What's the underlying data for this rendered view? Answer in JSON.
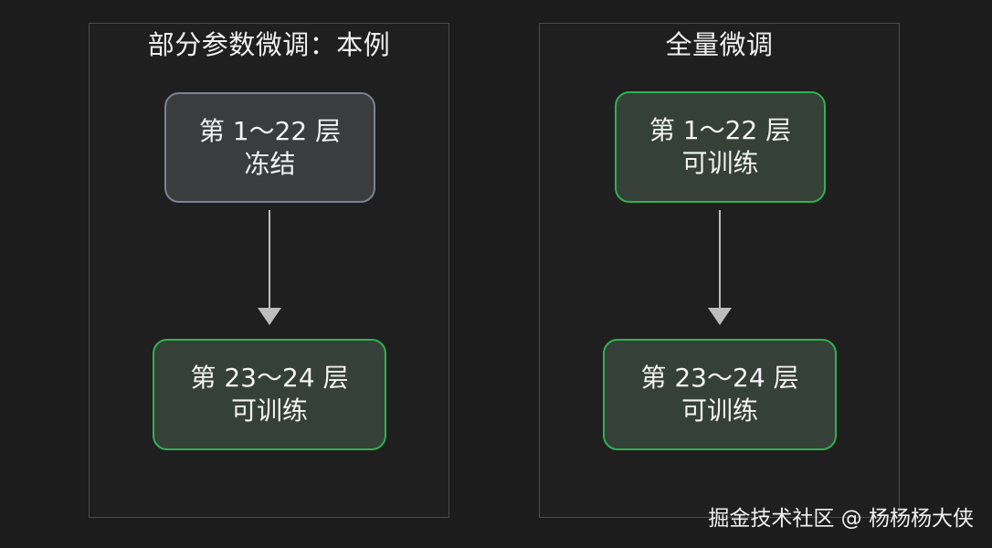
{
  "left_panel": {
    "title": "部分参数微调：本例",
    "top_node": {
      "line1": "第 1～22 层",
      "line2": "冻结"
    },
    "bottom_node": {
      "line1": "第 23～24 层",
      "line2": "可训练"
    }
  },
  "right_panel": {
    "title": "全量微调",
    "top_node": {
      "line1": "第 1～22 层",
      "line2": "可训练"
    },
    "bottom_node": {
      "line1": "第 23～24 层",
      "line2": "可训练"
    }
  },
  "watermark": "掘金技术社区 @ 杨杨杨大侠",
  "colors": {
    "frozen_border": "#7d8294",
    "trainable_border": "#2fb14e",
    "arrow": "#bdbdbd"
  }
}
